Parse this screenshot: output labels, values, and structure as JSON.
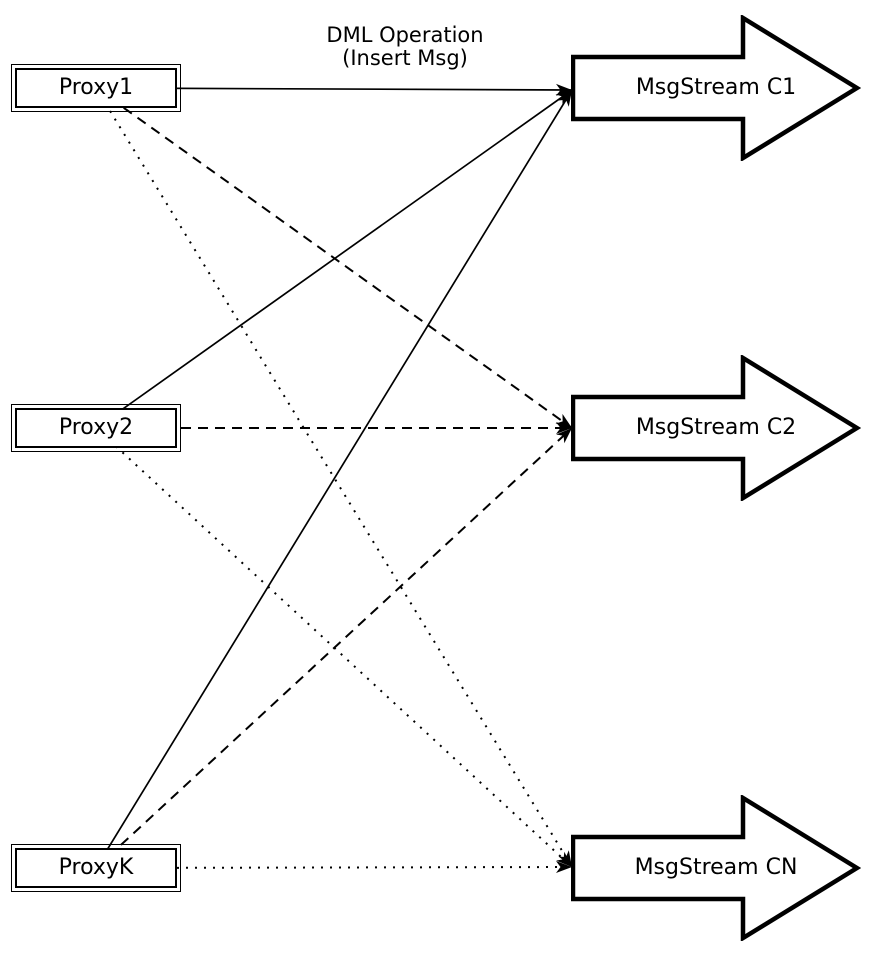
{
  "diagram": {
    "type": "flow",
    "background": "#ffffff",
    "title": {
      "line1": "DML Operation",
      "line2": "(Insert Msg)"
    },
    "nodes": {
      "proxies": [
        {
          "id": "proxy1",
          "label": "Proxy1",
          "shape": "rectangle-double-border"
        },
        {
          "id": "proxy2",
          "label": "Proxy2",
          "shape": "rectangle-double-border"
        },
        {
          "id": "proxyk",
          "label": "ProxyK",
          "shape": "rectangle-double-border"
        }
      ],
      "streams": [
        {
          "id": "c1",
          "label": "MsgStream C1",
          "shape": "block-arrow-right"
        },
        {
          "id": "c2",
          "label": "MsgStream C2",
          "shape": "block-arrow-right"
        },
        {
          "id": "cn",
          "label": "MsgStream CN",
          "shape": "block-arrow-right"
        }
      ]
    },
    "edges": [
      {
        "from": "proxy1",
        "to": "c1",
        "style": "solid"
      },
      {
        "from": "proxy2",
        "to": "c1",
        "style": "solid"
      },
      {
        "from": "proxyk",
        "to": "c1",
        "style": "solid"
      },
      {
        "from": "proxy1",
        "to": "c2",
        "style": "dashed"
      },
      {
        "from": "proxy2",
        "to": "c2",
        "style": "dashed"
      },
      {
        "from": "proxyk",
        "to": "c2",
        "style": "dashed"
      },
      {
        "from": "proxy1",
        "to": "cn",
        "style": "dotted"
      },
      {
        "from": "proxy2",
        "to": "cn",
        "style": "dotted"
      },
      {
        "from": "proxyk",
        "to": "cn",
        "style": "dotted"
      }
    ],
    "colors": {
      "stroke": "#000000",
      "fill": "#ffffff"
    }
  }
}
